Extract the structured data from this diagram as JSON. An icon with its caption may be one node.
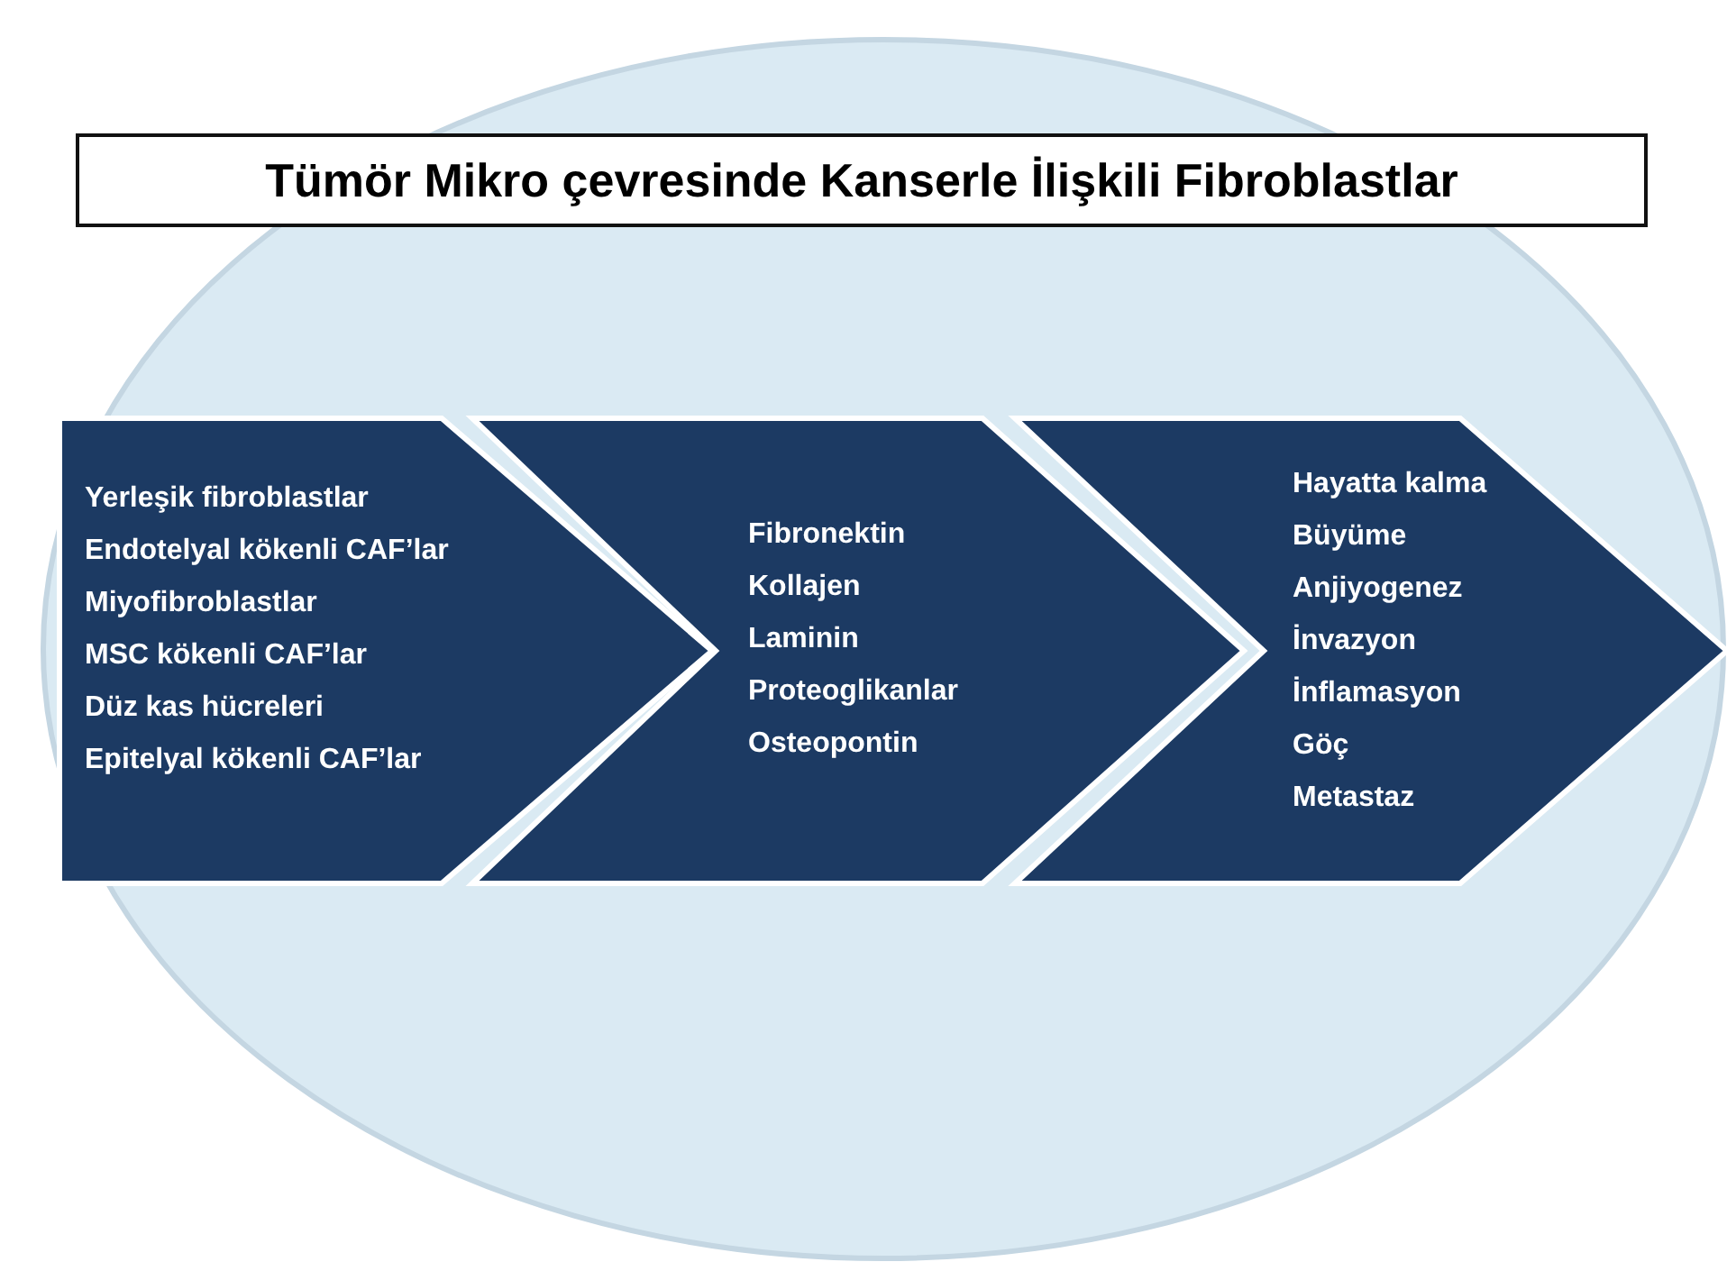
{
  "diagram": {
    "title": "Tümör Mikro çevresinde Kanserle İlişkili Fibroblastlar",
    "nodes": [
      {
        "text": [
          "Yerleşik fibroblastlar",
          "Endotelyal kökenli CAF’lar",
          "Miyofibroblastlar",
          "MSC kökenli CAF’lar",
          "Düz kas hücreleri",
          "Epitelyal kökenli CAF’lar"
        ]
      },
      {
        "text": [
          "Fibronektin",
          "Kollajen",
          "Laminin",
          "Proteoglikanlar",
          "Osteopontin"
        ]
      },
      {
        "text": [
          "Hayatta kalma",
          "Büyüme",
          "Anjiyogenez",
          "İnvazyon",
          "İnflamasyon",
          "Göç",
          "Metastaz"
        ]
      }
    ]
  }
}
